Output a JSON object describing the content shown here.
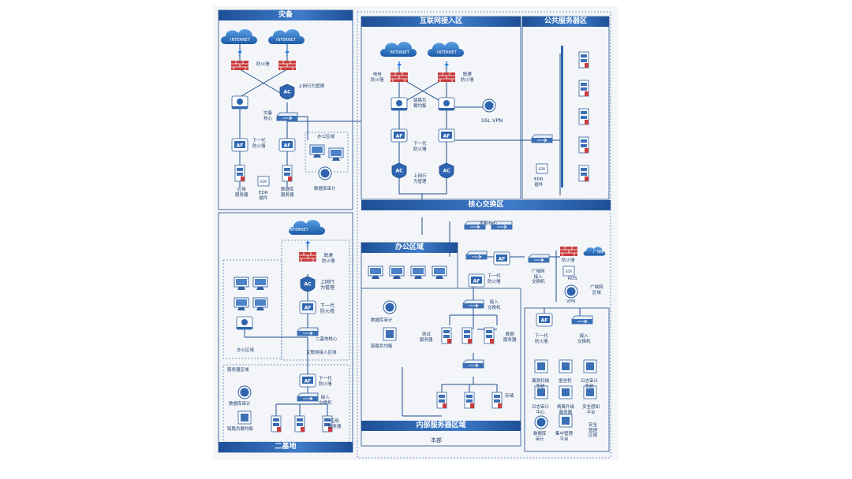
{
  "colors": {
    "panel_border": "#4a6f9e",
    "bar": "#2f65b0",
    "line": "#1f4f8f",
    "dash": "#5a7fae"
  },
  "regions": {
    "left_top_title": "灾备",
    "left_bottom_title": "二基地",
    "internet_access_title": "互联网接入区",
    "public_service_title": "公共服务器区",
    "core_switch_title": "核心交换区",
    "office_area_title": "办公区域",
    "internal_server_title": "内部服务器区域",
    "hq_label": "本部"
  },
  "left_top": {
    "internet": "INTERNET",
    "firewall": "防火墙",
    "behavior_mgmt": "上网行为管理",
    "dr_core": "灾备\n核心",
    "ngfw": "下一代\n防火墙",
    "office": "办公区域",
    "app_server": "应用\n服务器",
    "edr_plugin": "EDR\n插件",
    "db_server": "数据库\n服务器",
    "db_audit": "数据库审计"
  },
  "internet_access": {
    "internet": "INTERNET",
    "ct_firewall": "电信\n防火墙",
    "cu_firewall": "联通\n防火墙",
    "link_lb": "链路负\n载均衡",
    "ssl_vpn": "SSL VPN",
    "ngfw": "下一代\n防火墙",
    "behavior_mgmt": "上网行\n为管理"
  },
  "public_service": {
    "edr": "EDR\n插件"
  },
  "core": {
    "hq_core": "本部核心"
  },
  "middle": {
    "ngfw": "下一代\n防火墙",
    "wan_switch": "广域网\n接入\n交换机",
    "firewall": "防火墙",
    "ros": "ROS",
    "vpn": "VPN",
    "wan": "广域网",
    "wan_area": "广域网\n区域",
    "access_switch": "接入\n交换机"
  },
  "internal_server": {
    "db_audit": "数据库审计",
    "link_lb": "链路负均衡",
    "access_switch": "接入\n交换机",
    "test_server": "测试\n服务器",
    "data_server": "数据\n服务器",
    "storage": "存储"
  },
  "security_zone": {
    "ngfw": "下一代\n防火墙",
    "access_switch": "接入\n交换机",
    "vuln_scan": "漏洞扫描\n系统",
    "bastion": "堡垒机",
    "log_audit": "日志审计\n系统",
    "host_audit": "日志审计\n中心",
    "av_server": "病毒升级\n服务器",
    "sec_platform": "安全感知\n平台",
    "db_audit": "数据库\n审计",
    "central_mgmt": "集中管理\n平台",
    "sec_mgmt_zone": "安全\n管理\n区域"
  },
  "left_bottom": {
    "internet": "INTERNET",
    "firewall": "联通\n防火墙",
    "behavior_mgmt": "上网行\n为管理",
    "ngfw": "下一代\n防火墙",
    "core2": "二基地核心",
    "office": "办公区域",
    "internet_access": "互联网接入区域",
    "server_area": "服务器区域",
    "ngfw2": "下一代\n防火墙",
    "access_switch": "接入\n交换机",
    "db_audit": "数据库审计",
    "link_lb": "链路负载均衡",
    "app_server": "应用\n服务器"
  }
}
